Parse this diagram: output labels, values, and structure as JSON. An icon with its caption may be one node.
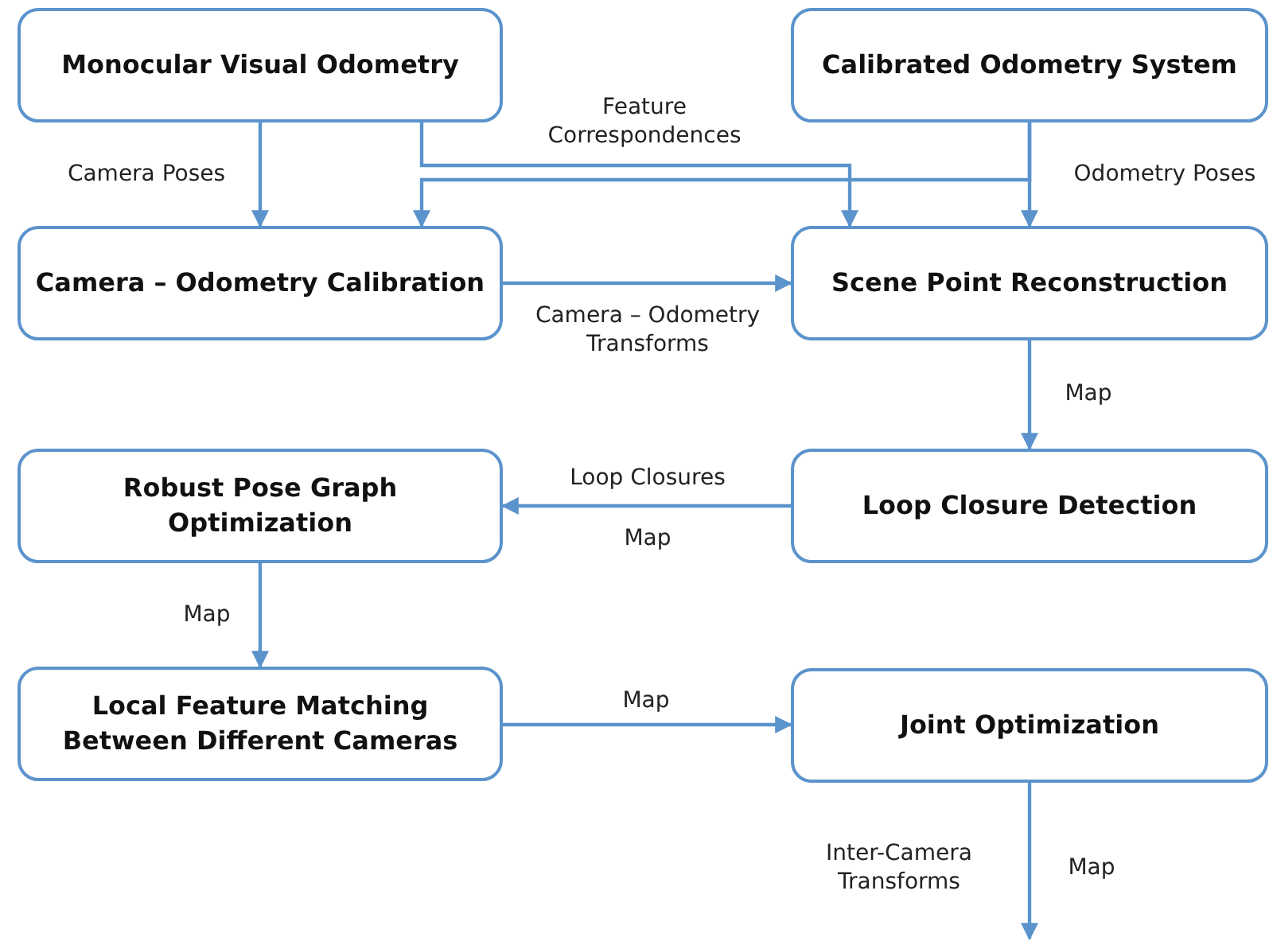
{
  "diagram": {
    "nodes": [
      {
        "text": [
          "Monocular Visual Odometry"
        ]
      },
      {
        "text": [
          "Calibrated Odometry System"
        ]
      },
      {
        "text": [
          "Camera – Odometry Calibration"
        ]
      },
      {
        "text": [
          "Scene Point Reconstruction"
        ]
      },
      {
        "text": [
          "Robust Pose Graph Optimization"
        ]
      },
      {
        "text": [
          "Loop Closure Detection"
        ]
      },
      {
        "text": [
          "Local Feature Matching Between Different Cameras"
        ]
      },
      {
        "text": [
          "Joint Optimization"
        ]
      }
    ],
    "edges": [
      {
        "from": 0,
        "to": 2,
        "arrow": "to",
        "label": "Camera Poses"
      },
      {
        "from": 0,
        "to": 3,
        "arrow": "to",
        "label": "Feature Correspondences"
      },
      {
        "from": 1,
        "to": 2,
        "arrow": "to"
      },
      {
        "from": 1,
        "to": 3,
        "arrow": "to",
        "label": "Odometry Poses"
      },
      {
        "from": 2,
        "to": 3,
        "arrow": "to",
        "label": "Camera – Odometry Transforms"
      },
      {
        "from": 3,
        "to": 5,
        "arrow": "to",
        "label": "Map"
      },
      {
        "from": 5,
        "to": 4,
        "arrow": "to",
        "label": "Loop Closures"
      },
      {
        "from": 4,
        "to": 6,
        "arrow": "to",
        "label": "Map"
      },
      {
        "from": 6,
        "to": 7,
        "arrow": "to",
        "label": "Map"
      },
      {
        "from": 7,
        "to": null,
        "arrow": "to",
        "label": "Map"
      }
    ],
    "labels": [
      "Map",
      "Inter-Camera Transforms"
    ]
  }
}
